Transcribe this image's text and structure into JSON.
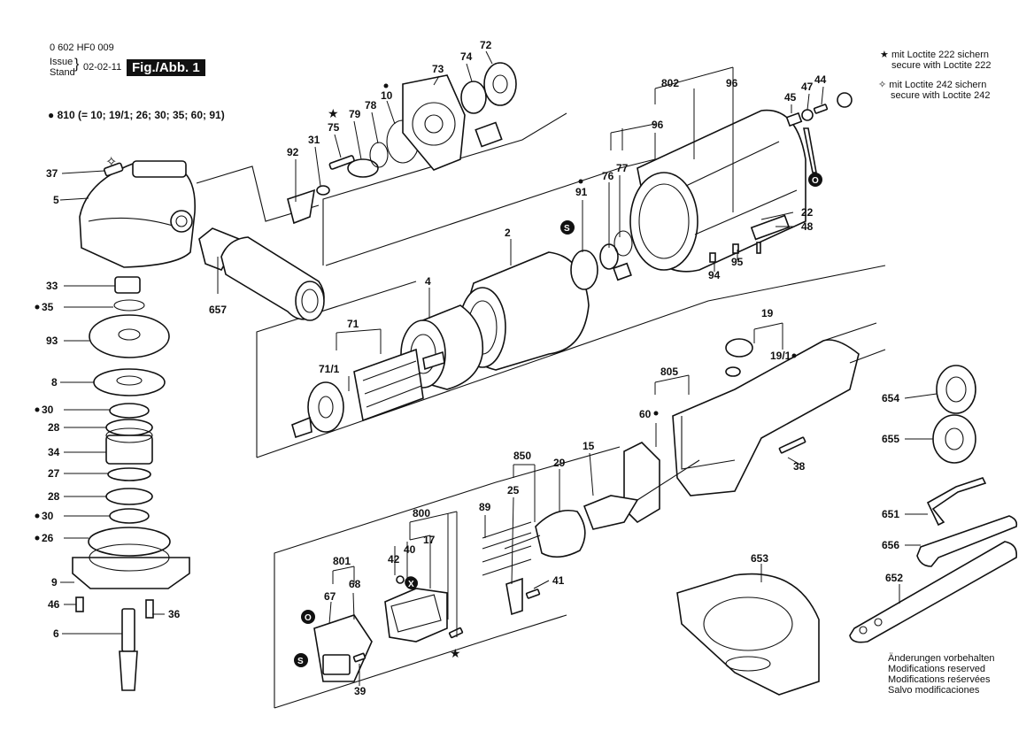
{
  "header": {
    "doc_number": "0 602 HF0 009",
    "issue_label": "Issue",
    "stand_label": "Stand",
    "issue_date": "02-02-11",
    "figure_label": "Fig./Abb. 1",
    "kit_note": "810 (= 10; 19/1; 26; 30; 35; 60; 91)"
  },
  "legend": {
    "loctite_222_de": "mit Loctite 222 sichern",
    "loctite_222_en": "secure with Loctite 222",
    "loctite_242_de": "mit Loctite 242 sichern",
    "loctite_242_en": "secure with Loctite 242"
  },
  "footer": {
    "line1": "Änderungen vorbehalten",
    "line2": "Modifications reserved",
    "line3": "Modifications reśervées",
    "line4": "Salvo modificaciones"
  },
  "callouts": {
    "p37": "37",
    "p5": "5",
    "p33": "33",
    "p35": "35",
    "p93": "93",
    "p8": "8",
    "p30a": "30",
    "p28a": "28",
    "p34": "34",
    "p27": "27",
    "p28b": "28",
    "p30b": "30",
    "p26": "26",
    "p9": "9",
    "p46": "46",
    "p36": "36",
    "p6": "6",
    "p657": "657",
    "p92": "92",
    "p31": "31",
    "p75": "75",
    "p79": "79",
    "p78": "78",
    "p10": "10",
    "p73": "73",
    "p74": "74",
    "p72": "72",
    "p802": "802",
    "p96a": "96",
    "p96b": "96",
    "p45": "45",
    "p47": "47",
    "p44": "44",
    "p76": "76",
    "p77": "77",
    "p91": "91",
    "p2": "2",
    "p4": "4",
    "p71": "71",
    "p71_1": "71/1",
    "p22": "22",
    "p48": "48",
    "p95": "95",
    "p94": "94",
    "p19": "19",
    "p19_1": "19/1",
    "p805": "805",
    "p60": "60",
    "p15": "15",
    "p38": "38",
    "p850": "850",
    "p25": "25",
    "p29": "29",
    "p89": "89",
    "p800": "800",
    "p42": "42",
    "p40": "40",
    "p17": "17",
    "p801": "801",
    "p67": "67",
    "p68": "68",
    "p41": "41",
    "p39": "39",
    "p653": "653",
    "p654": "654",
    "p655": "655",
    "p651": "651",
    "p656": "656",
    "p652": "652"
  },
  "symbols": {
    "s_mark": "S",
    "o_mark": "O",
    "x_mark": "X"
  }
}
